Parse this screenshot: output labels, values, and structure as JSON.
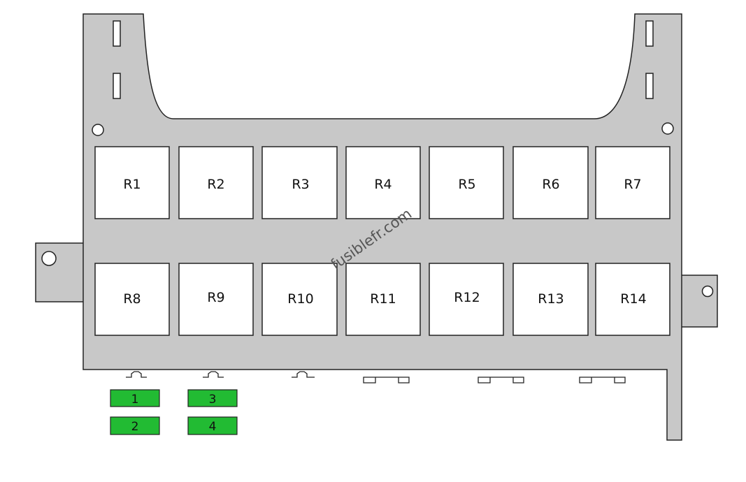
{
  "relays": [
    {
      "label": "R1"
    },
    {
      "label": "R2"
    },
    {
      "label": "R3"
    },
    {
      "label": "R4"
    },
    {
      "label": "R5"
    },
    {
      "label": "R6"
    },
    {
      "label": "R7"
    },
    {
      "label": "R8"
    },
    {
      "label": "R9"
    },
    {
      "label": "R10"
    },
    {
      "label": "R11"
    },
    {
      "label": "R12"
    },
    {
      "label": "R13"
    },
    {
      "label": "R14"
    }
  ],
  "fuses": [
    {
      "label": "1"
    },
    {
      "label": "2"
    },
    {
      "label": "3"
    },
    {
      "label": "4"
    }
  ],
  "watermark": "fusiblefr.com",
  "colors": {
    "panel": "#c8c8c8",
    "relay_fill": "#ffffff",
    "fuse_fill": "#22bb33",
    "stroke": "#222222"
  }
}
